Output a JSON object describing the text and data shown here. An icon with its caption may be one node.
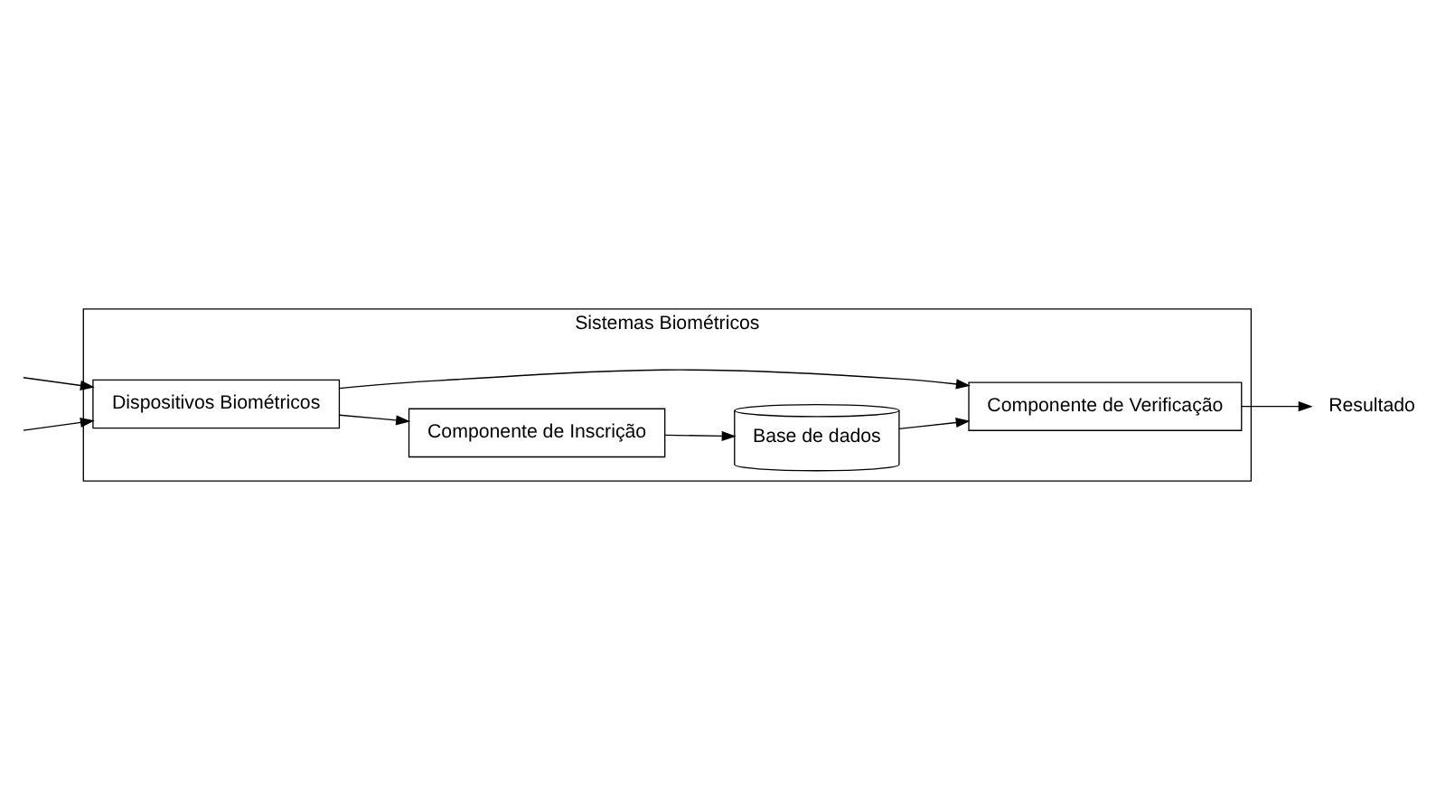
{
  "diagram": {
    "nodes": [
      {
        "text": [
          "Sistemas Biométricos"
        ]
      },
      {
        "text": [
          "Dispositivos Biométricos"
        ],
        "in": 0
      },
      {
        "text": [
          "Componente de Inscrição"
        ],
        "in": 0
      },
      {
        "text": [
          "Componente de Verificação"
        ],
        "in": 0
      },
      {
        "text": [
          "Base de dados"
        ],
        "in": 0
      },
      {
        "text": [
          "Resultado"
        ]
      }
    ],
    "edges": [
      {
        "from": null,
        "to": 1,
        "arrow": "to"
      },
      {
        "from": null,
        "to": 1,
        "arrow": "to"
      },
      {
        "from": 1,
        "to": 2,
        "arrow": "to"
      },
      {
        "from": 1,
        "to": 3,
        "arrow": "to"
      },
      {
        "from": 2,
        "to": 4,
        "arrow": "to"
      },
      {
        "from": 4,
        "to": 3,
        "arrow": "to"
      },
      {
        "from": 3,
        "to": 5,
        "arrow": "to"
      }
    ]
  }
}
